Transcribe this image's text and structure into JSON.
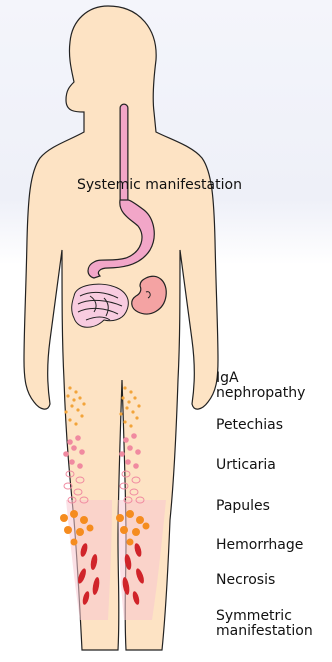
{
  "systemic_label": "Systemic manifestation",
  "labels": [
    {
      "id": "iga",
      "text": "IgA\nnephropathy"
    },
    {
      "id": "petechias",
      "text": "Petechias"
    },
    {
      "id": "urticaria",
      "text": "Urticaria"
    },
    {
      "id": "papules",
      "text": "Papules"
    },
    {
      "id": "hemorrhage",
      "text": "Hemorrhage"
    },
    {
      "id": "necrosis",
      "text": "Necrosis"
    },
    {
      "id": "symmetric",
      "text": "Symmetric\nmanifestation"
    }
  ],
  "colors": {
    "skin": "#fde3c4",
    "outline": "#222222",
    "stomach": "#f2a6c8",
    "kidney": "#f4a3a3",
    "petechia": "#f2a43a",
    "urticaria": "#f08aa0",
    "papule": "#f58c1f",
    "hemorrhage": "#e8792a",
    "necrosis": "#d0242a"
  }
}
